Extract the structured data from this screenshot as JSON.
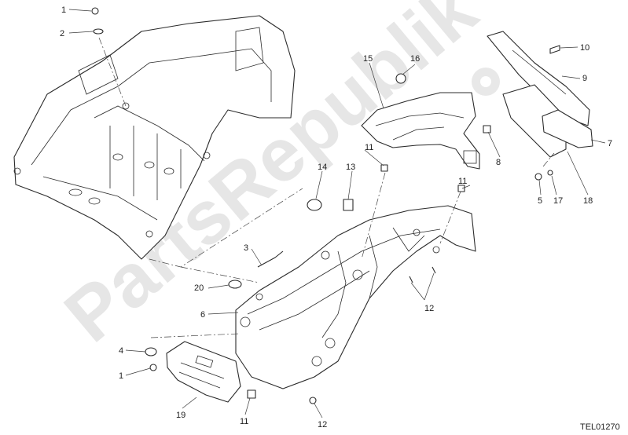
{
  "diagram": {
    "watermark": "PartsRepublik",
    "document_id": "TEL01270",
    "callouts": [
      "1",
      "2",
      "15",
      "16",
      "10",
      "9",
      "7",
      "18",
      "17",
      "5",
      "8",
      "11",
      "13",
      "14",
      "3",
      "20",
      "6",
      "4",
      "1",
      "19",
      "11",
      "12",
      "11",
      "12"
    ]
  }
}
